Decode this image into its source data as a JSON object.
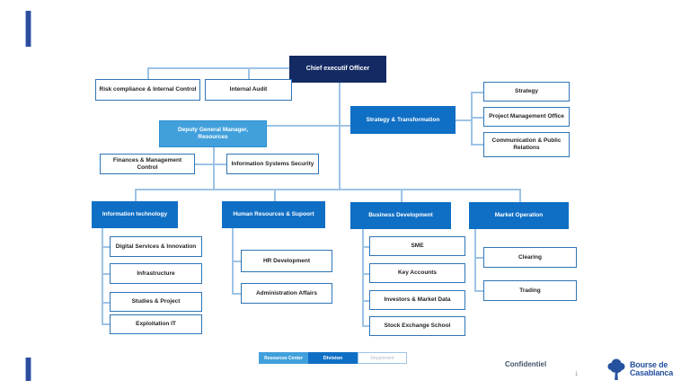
{
  "colors": {
    "ceo_navy": "#132a63",
    "division_blue": "#0f6fc5",
    "resource_light_blue": "#41a0dc",
    "white_box_border": "#2e75b6",
    "connector": "#9dc3e6",
    "accent_bar": "#2d4d9e",
    "logo_blue": "#26519f",
    "confidential_text": "#44546a"
  },
  "org": {
    "ceo": {
      "label": "Chief executif Officer"
    },
    "risk_compliance": {
      "label": "Risk compliance & Internal Control"
    },
    "internal_audit": {
      "label": "Internal Audit"
    },
    "strategy_transformation": {
      "label": "Strategy & Transformation"
    },
    "strategy": {
      "label": "Strategy"
    },
    "pmo": {
      "label": "Project Management Office"
    },
    "communication": {
      "label": "Communication & Public Relations"
    },
    "deputy_gm": {
      "label": "Deputy General Manager, Resources"
    },
    "finances": {
      "label": "Finances & Management Control"
    },
    "info_systems_security": {
      "label": "Information Systems Security"
    },
    "information_technology": {
      "label": "Information technology",
      "children": [
        "Digital Services & Innovation",
        "Infrastructure",
        "Studies & Project",
        "Exploitation IT"
      ]
    },
    "human_resources": {
      "label": "Human Resources & Supoort",
      "children": [
        "HR Development",
        "Administration Affairs"
      ]
    },
    "business_development": {
      "label": "Business Development",
      "children": [
        "SME",
        "Key Accounts",
        "Investors & Market Data",
        "Stock Exchange School"
      ]
    },
    "market_operation": {
      "label": "Market Operation",
      "children": [
        "Clearing",
        "Trading"
      ]
    }
  },
  "legend": {
    "resource_center": "Resources Center",
    "division": "Division",
    "department": "Department"
  },
  "footer": {
    "confidential": "Confidentiel",
    "page_number": "1",
    "logo_line1": "Bourse de",
    "logo_line2": "Casablanca"
  }
}
